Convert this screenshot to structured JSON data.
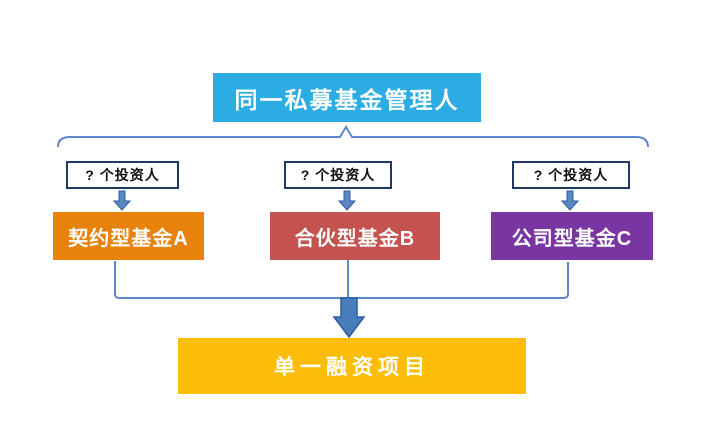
{
  "diagram": {
    "manager": {
      "label": "同一私募基金管理人",
      "color": "#2BACE3"
    },
    "investors_label": "? 个投资人",
    "funds": [
      {
        "label": "契约型基金A",
        "color": "#E8820C"
      },
      {
        "label": "合伙型基金B",
        "color": "#C4524E"
      },
      {
        "label": "公司型基金C",
        "color": "#7936A3"
      }
    ],
    "project": {
      "label": "单一融资项目",
      "color": "#FBBD08"
    },
    "colors": {
      "connector_line": "#5E87CB",
      "arrow_fill": "#4A7EBB",
      "arrow_stroke": "#2E5B9F",
      "investor_box_border": "#1F3864",
      "background": "#FFFFFF",
      "text_on_color": "#FFFFFF"
    }
  }
}
